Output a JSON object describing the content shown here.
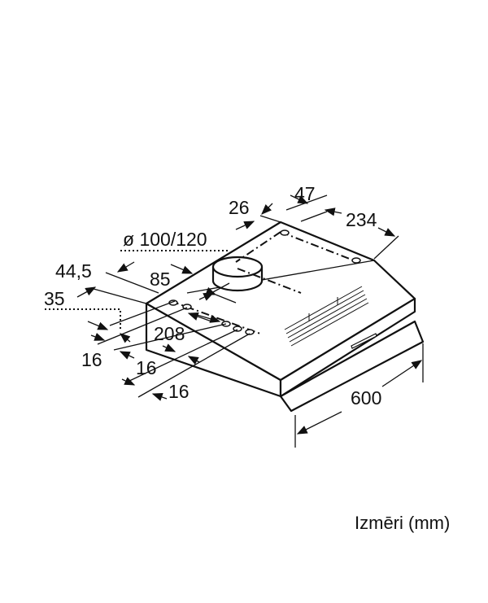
{
  "diagram": {
    "dimensions": {
      "d26": "26",
      "d47": "47",
      "d234": "234",
      "duct": "ø 100/120",
      "d44_5": "44,5",
      "d85": "85",
      "d35": "35",
      "d208": "208",
      "d16a": "16",
      "d16b": "16",
      "d16c": "16",
      "d600": "600"
    },
    "caption": "Izmēri (mm)"
  }
}
